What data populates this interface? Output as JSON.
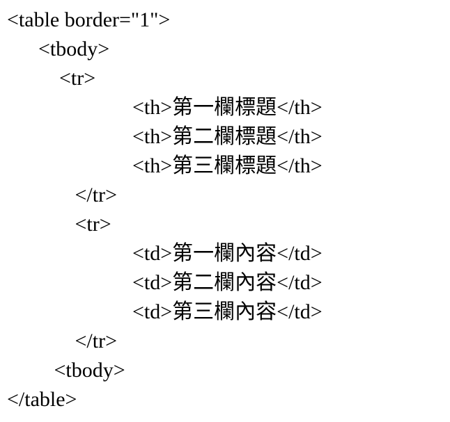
{
  "document": {
    "kind": "html-source-code-listing",
    "language": "html",
    "text_color": "#000000",
    "background_color": "#ffffff"
  },
  "code": {
    "lines": [
      "<table border=\"1\">",
      "      <tbody>",
      "          <tr>",
      "                        <th>第一欄標題</th>",
      "                        <th>第二欄標題</th>",
      "                        <th>第三欄標題</th>",
      "             </tr>",
      "             <tr>",
      "                        <td>第一欄內容</td>",
      "                        <td>第二欄內容</td>",
      "                        <td>第三欄內容</td>",
      "             </tr>",
      "         <tbody>",
      "</table>"
    ]
  }
}
